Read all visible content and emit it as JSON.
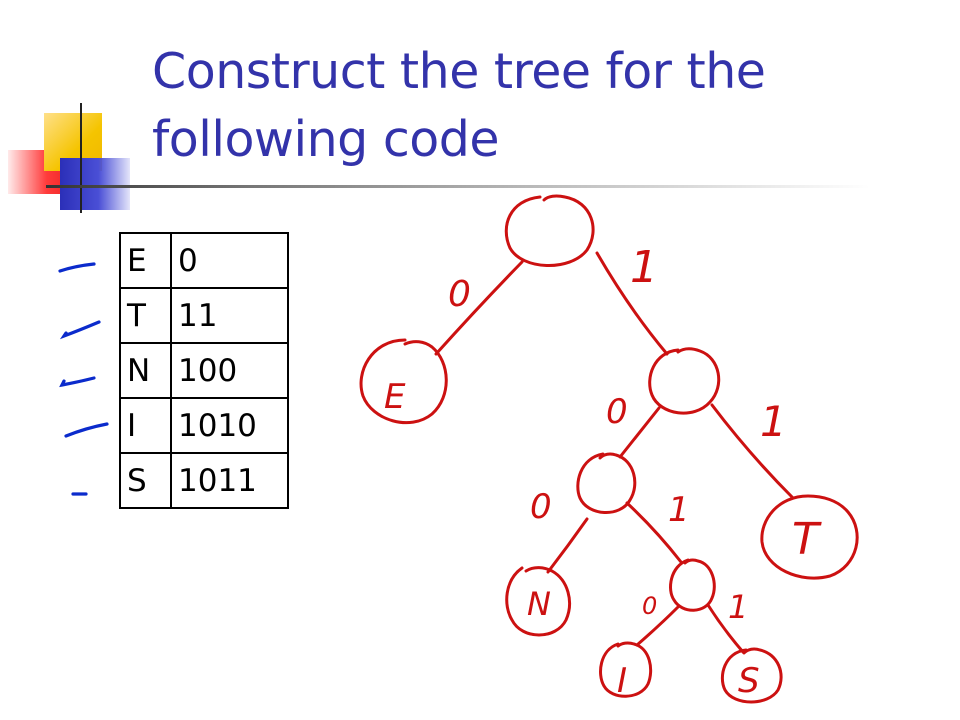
{
  "slide": {
    "title_line1": "Construct the tree for the",
    "title_line2": "following code"
  },
  "code_table": [
    {
      "symbol": "E",
      "code": "0"
    },
    {
      "symbol": "T",
      "code": "11"
    },
    {
      "symbol": "N",
      "code": "100"
    },
    {
      "symbol": "I",
      "code": "1010"
    },
    {
      "symbol": "S",
      "code": "1011"
    }
  ],
  "tree": {
    "leaves": {
      "E": "E",
      "T": "T",
      "N": "N",
      "I": "I",
      "S": "S"
    },
    "edge_labels": {
      "zero": "0",
      "one": "1"
    }
  },
  "colors": {
    "title": "#3333aa",
    "annotation_red": "#cc1111",
    "annotation_blue": "#0b2bcc"
  }
}
